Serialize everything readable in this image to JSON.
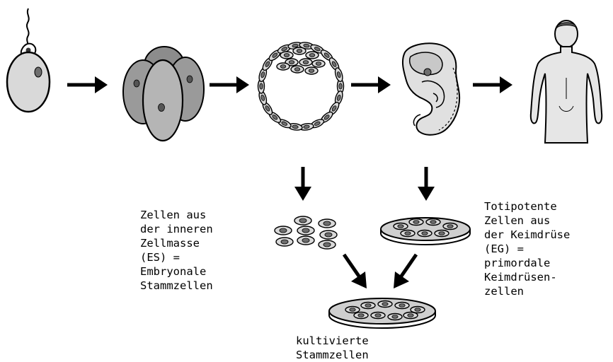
{
  "colors": {
    "outline": "#000000",
    "cell_fill": "#d9d9d9",
    "cell_dark": "#8c8c8c",
    "nucleus": "#6e6e6e",
    "dish_fill": "#cfcfcf",
    "body_fill": "#e6e6e6",
    "background": "#ffffff"
  },
  "stages": [
    {
      "id": "oocyte",
      "icon": "fertilized-egg-icon"
    },
    {
      "id": "morula",
      "icon": "four-cell-embryo-icon"
    },
    {
      "id": "blastocyst",
      "icon": "blastocyst-icon"
    },
    {
      "id": "embryo",
      "icon": "fetus-icon"
    },
    {
      "id": "adult",
      "icon": "human-figure-icon"
    }
  ],
  "labels": {
    "es": {
      "lines": [
        "Zellen aus",
        "der inneren",
        "Zellmasse",
        "(ES) =",
        "Embryonale",
        "Stammzellen"
      ]
    },
    "eg": {
      "lines": [
        "Totipotente",
        "Zellen aus",
        "der Keimdrüse",
        "(EG) =",
        "primordale",
        "Keimdrüsen-",
        "zellen"
      ]
    },
    "cultured": {
      "lines": [
        "kultivierte",
        "Stammzellen"
      ]
    }
  }
}
